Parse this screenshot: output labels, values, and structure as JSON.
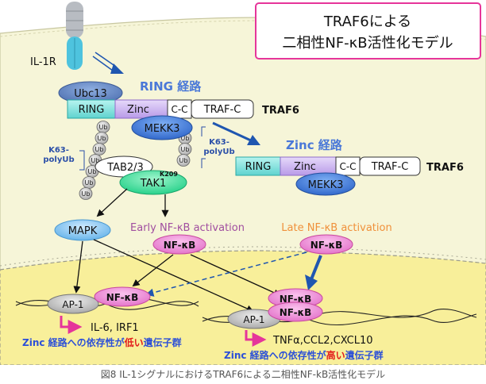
{
  "title": {
    "line1": "TRAF6による",
    "line2": "二相性NF-κB活性化モデル"
  },
  "caption": "図8 IL-1シグナルにおけるTRAF6による二相性NF-kB活性化モデル",
  "receptor": "IL-1R",
  "ring_pathway": "RING 経路",
  "zinc_pathway": "Zinc 経路",
  "ubc13": "Ubc13",
  "traf6_left": {
    "ring": "RING",
    "zinc": "Zinc",
    "cc": "C-C",
    "trafc": "TRAF-C",
    "label": "TRAF6"
  },
  "traf6_right": {
    "ring": "RING",
    "zinc": "Zinc",
    "cc": "C-C",
    "trafc": "TRAF-C",
    "label": "TRAF6"
  },
  "mekk3": "MEKK3",
  "k63_polyub": "K63-\npolyUb",
  "ub": "Ub",
  "tab23": "TAB2/3",
  "tak1": "TAK1",
  "k209": "K209",
  "mapk": "MAPK",
  "early_activation": "Early NF-κB activation",
  "late_activation": "Late NF-κB activation",
  "nfkb": "NF-κB",
  "ap1": "AP-1",
  "genes_left": "IL-6, IRF1",
  "genes_right": "TNFα,CCL2,CXCL10",
  "dep_left": {
    "pre": "Zinc 経路への依存性が",
    "hl": "低い",
    "post": "遺伝子群"
  },
  "dep_right": {
    "pre": "Zinc 経路への依存性が",
    "hl": "高い",
    "post": "遺伝子群"
  },
  "colors": {
    "cytoplasm": "#f6f5d8",
    "nucleus": "#f8ef9a",
    "ring": "#7fe0dd",
    "zinc": "#ccb3ef",
    "mekk3": "#3a74d6",
    "tak1": "#33d89a",
    "nfkb": "#ee8ad6",
    "mapk": "#6ab8ec",
    "arrow_blue": "#1f56b0",
    "dep_blue": "#2b4fd8",
    "dep_red": "#e21b1b",
    "purple": "#a04ea0",
    "orange": "#f0903a",
    "ring_label": "#4a78d8"
  }
}
